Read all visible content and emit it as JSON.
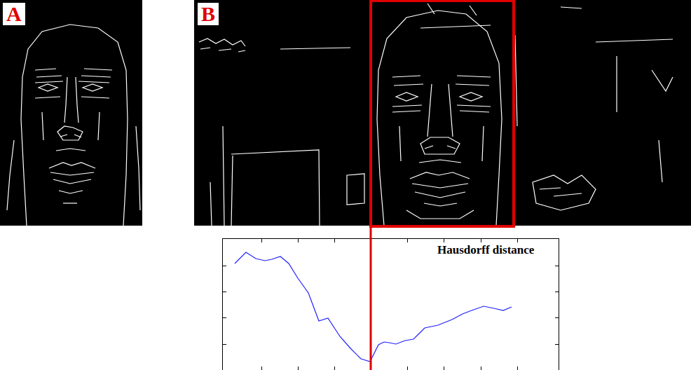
{
  "diagram": {
    "labels": [
      "A",
      "B",
      "Hausdorff distance"
    ]
  }
}
